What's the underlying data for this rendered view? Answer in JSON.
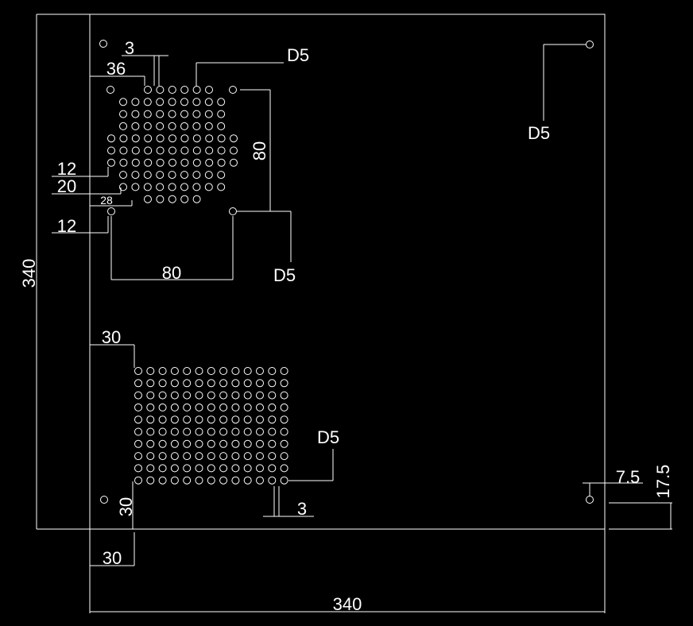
{
  "drawing": {
    "plate_width": "340",
    "plate_height": "340",
    "hole_callout": "D5",
    "labels": {
      "gap_3_top": "3",
      "offset_36": "36",
      "offset_12_upper": "12",
      "offset_20": "20",
      "offset_28": "28",
      "offset_12_lower": "12",
      "spacing_80_h": "80",
      "spacing_80_v": "80",
      "offset_30_left": "30",
      "offset_30_bottom_v": "30",
      "offset_30_bottom_h": "30",
      "gap_3_bottom": "3",
      "offset_7_5": "7.5",
      "offset_17_5": "17.5"
    }
  }
}
